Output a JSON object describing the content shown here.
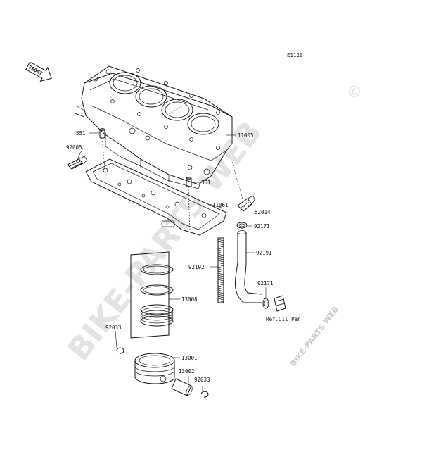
{
  "diagram": {
    "code": "E1120",
    "front_label": "FRONT",
    "ref_label": "Ref.Oil Pan",
    "watermark_main": "BIKE-PARTS WEB",
    "watermark_copyright": "©",
    "watermark_small": "BIKE-PARTS WEB",
    "callouts": [
      {
        "id": "551a",
        "text": "551"
      },
      {
        "id": "92005",
        "text": "92005"
      },
      {
        "id": "11005",
        "text": "11005"
      },
      {
        "id": "551b",
        "text": "551"
      },
      {
        "id": "11061",
        "text": "11061"
      },
      {
        "id": "52014",
        "text": "52014"
      },
      {
        "id": "92171a",
        "text": "92171"
      },
      {
        "id": "92191",
        "text": "92191"
      },
      {
        "id": "92192",
        "text": "92192"
      },
      {
        "id": "13008",
        "text": "13008"
      },
      {
        "id": "92171b",
        "text": "92171"
      },
      {
        "id": "92033a",
        "text": "92033"
      },
      {
        "id": "13001",
        "text": "13001"
      },
      {
        "id": "13002",
        "text": "13002"
      },
      {
        "id": "92033b",
        "text": "92033"
      }
    ]
  }
}
